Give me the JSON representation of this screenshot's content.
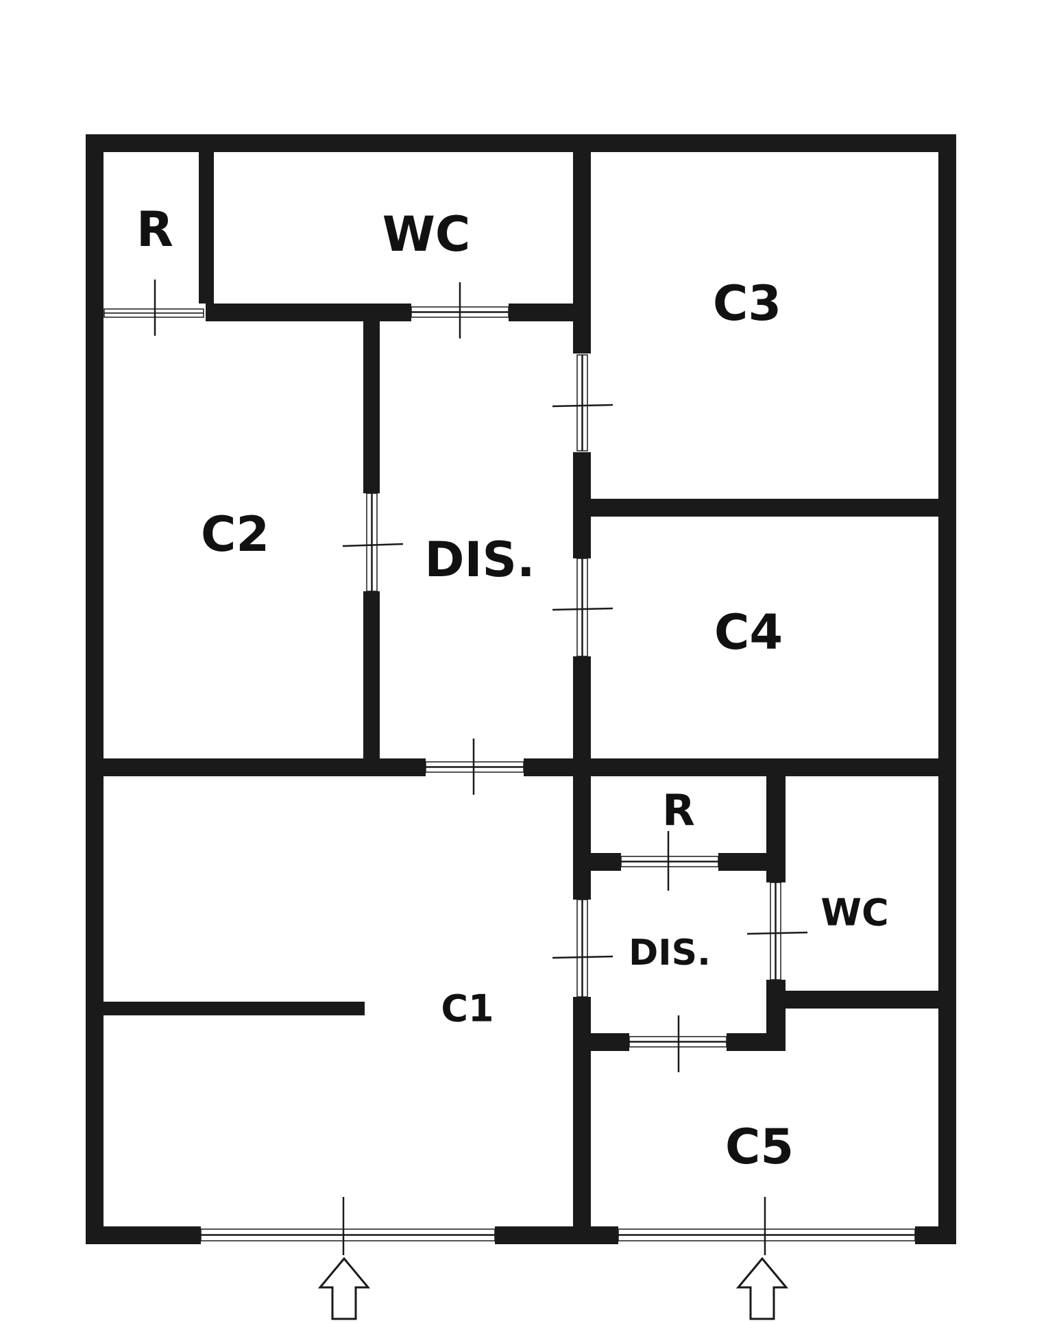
{
  "plan": {
    "colors": {
      "wall": "#1a1a1a",
      "background": "#ffffff"
    },
    "rooms": {
      "r_top": "R",
      "wc_top": "WC",
      "c3": "C3",
      "c2": "C2",
      "dis_main": "DIS.",
      "c4": "C4",
      "r_bottom": "R",
      "wc_bottom": "WC",
      "dis_small": "DIS.",
      "c1": "C1",
      "c5": "C5"
    },
    "icons": {
      "entrance": "up-arrow-icon"
    }
  }
}
